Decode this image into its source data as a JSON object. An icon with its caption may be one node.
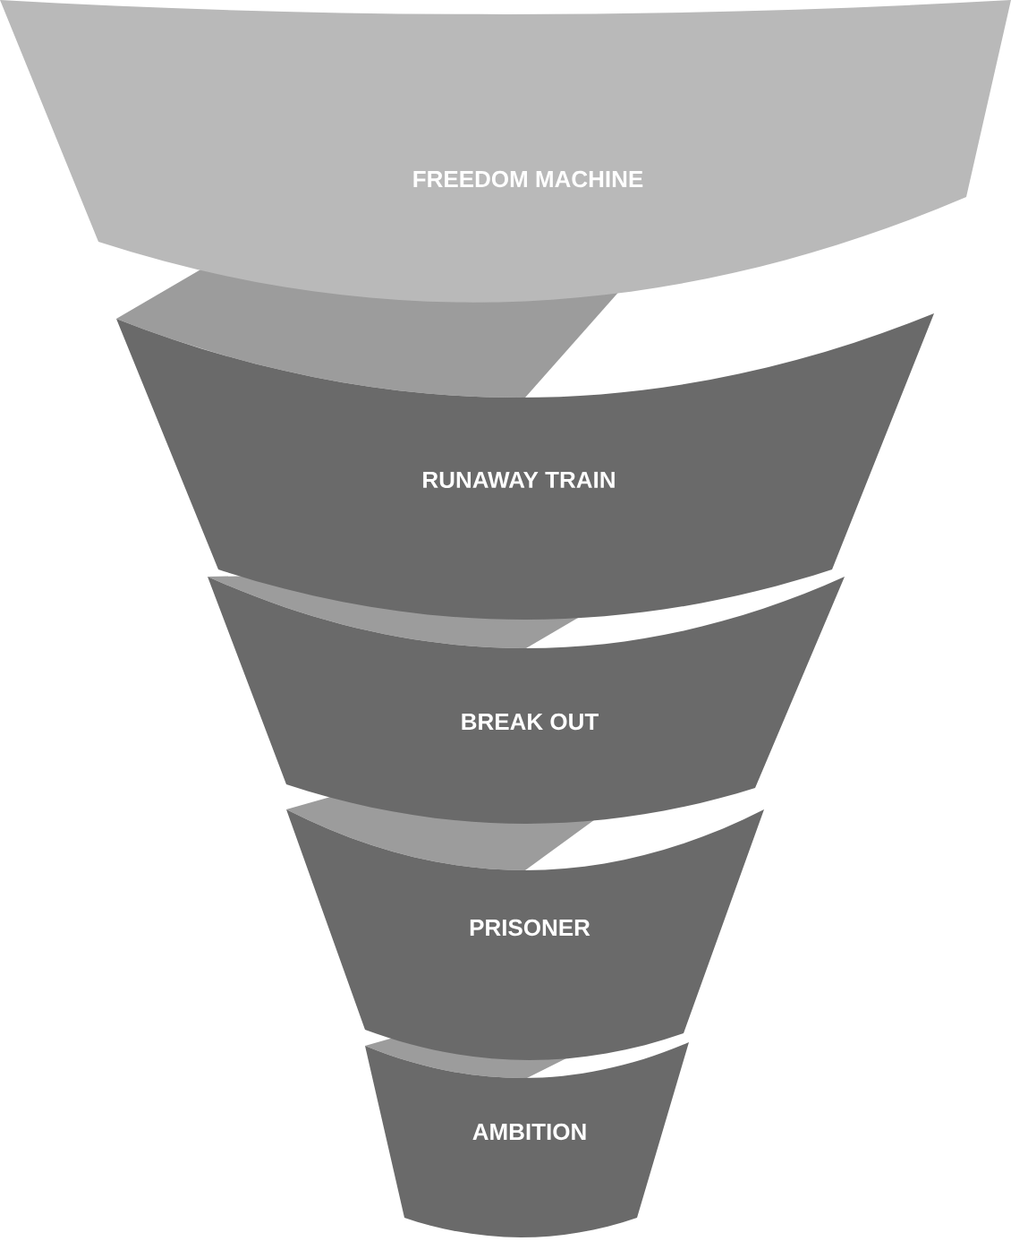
{
  "diagram": {
    "nodes": [
      {
        "text": [
          "FREEDOM MACHINE"
        ]
      },
      {
        "text": [
          "RUNAWAY TRAIN"
        ]
      },
      {
        "text": [
          "BREAK OUT"
        ]
      },
      {
        "text": [
          "PRISONER"
        ]
      },
      {
        "text": [
          "AMBITION"
        ]
      }
    ]
  }
}
